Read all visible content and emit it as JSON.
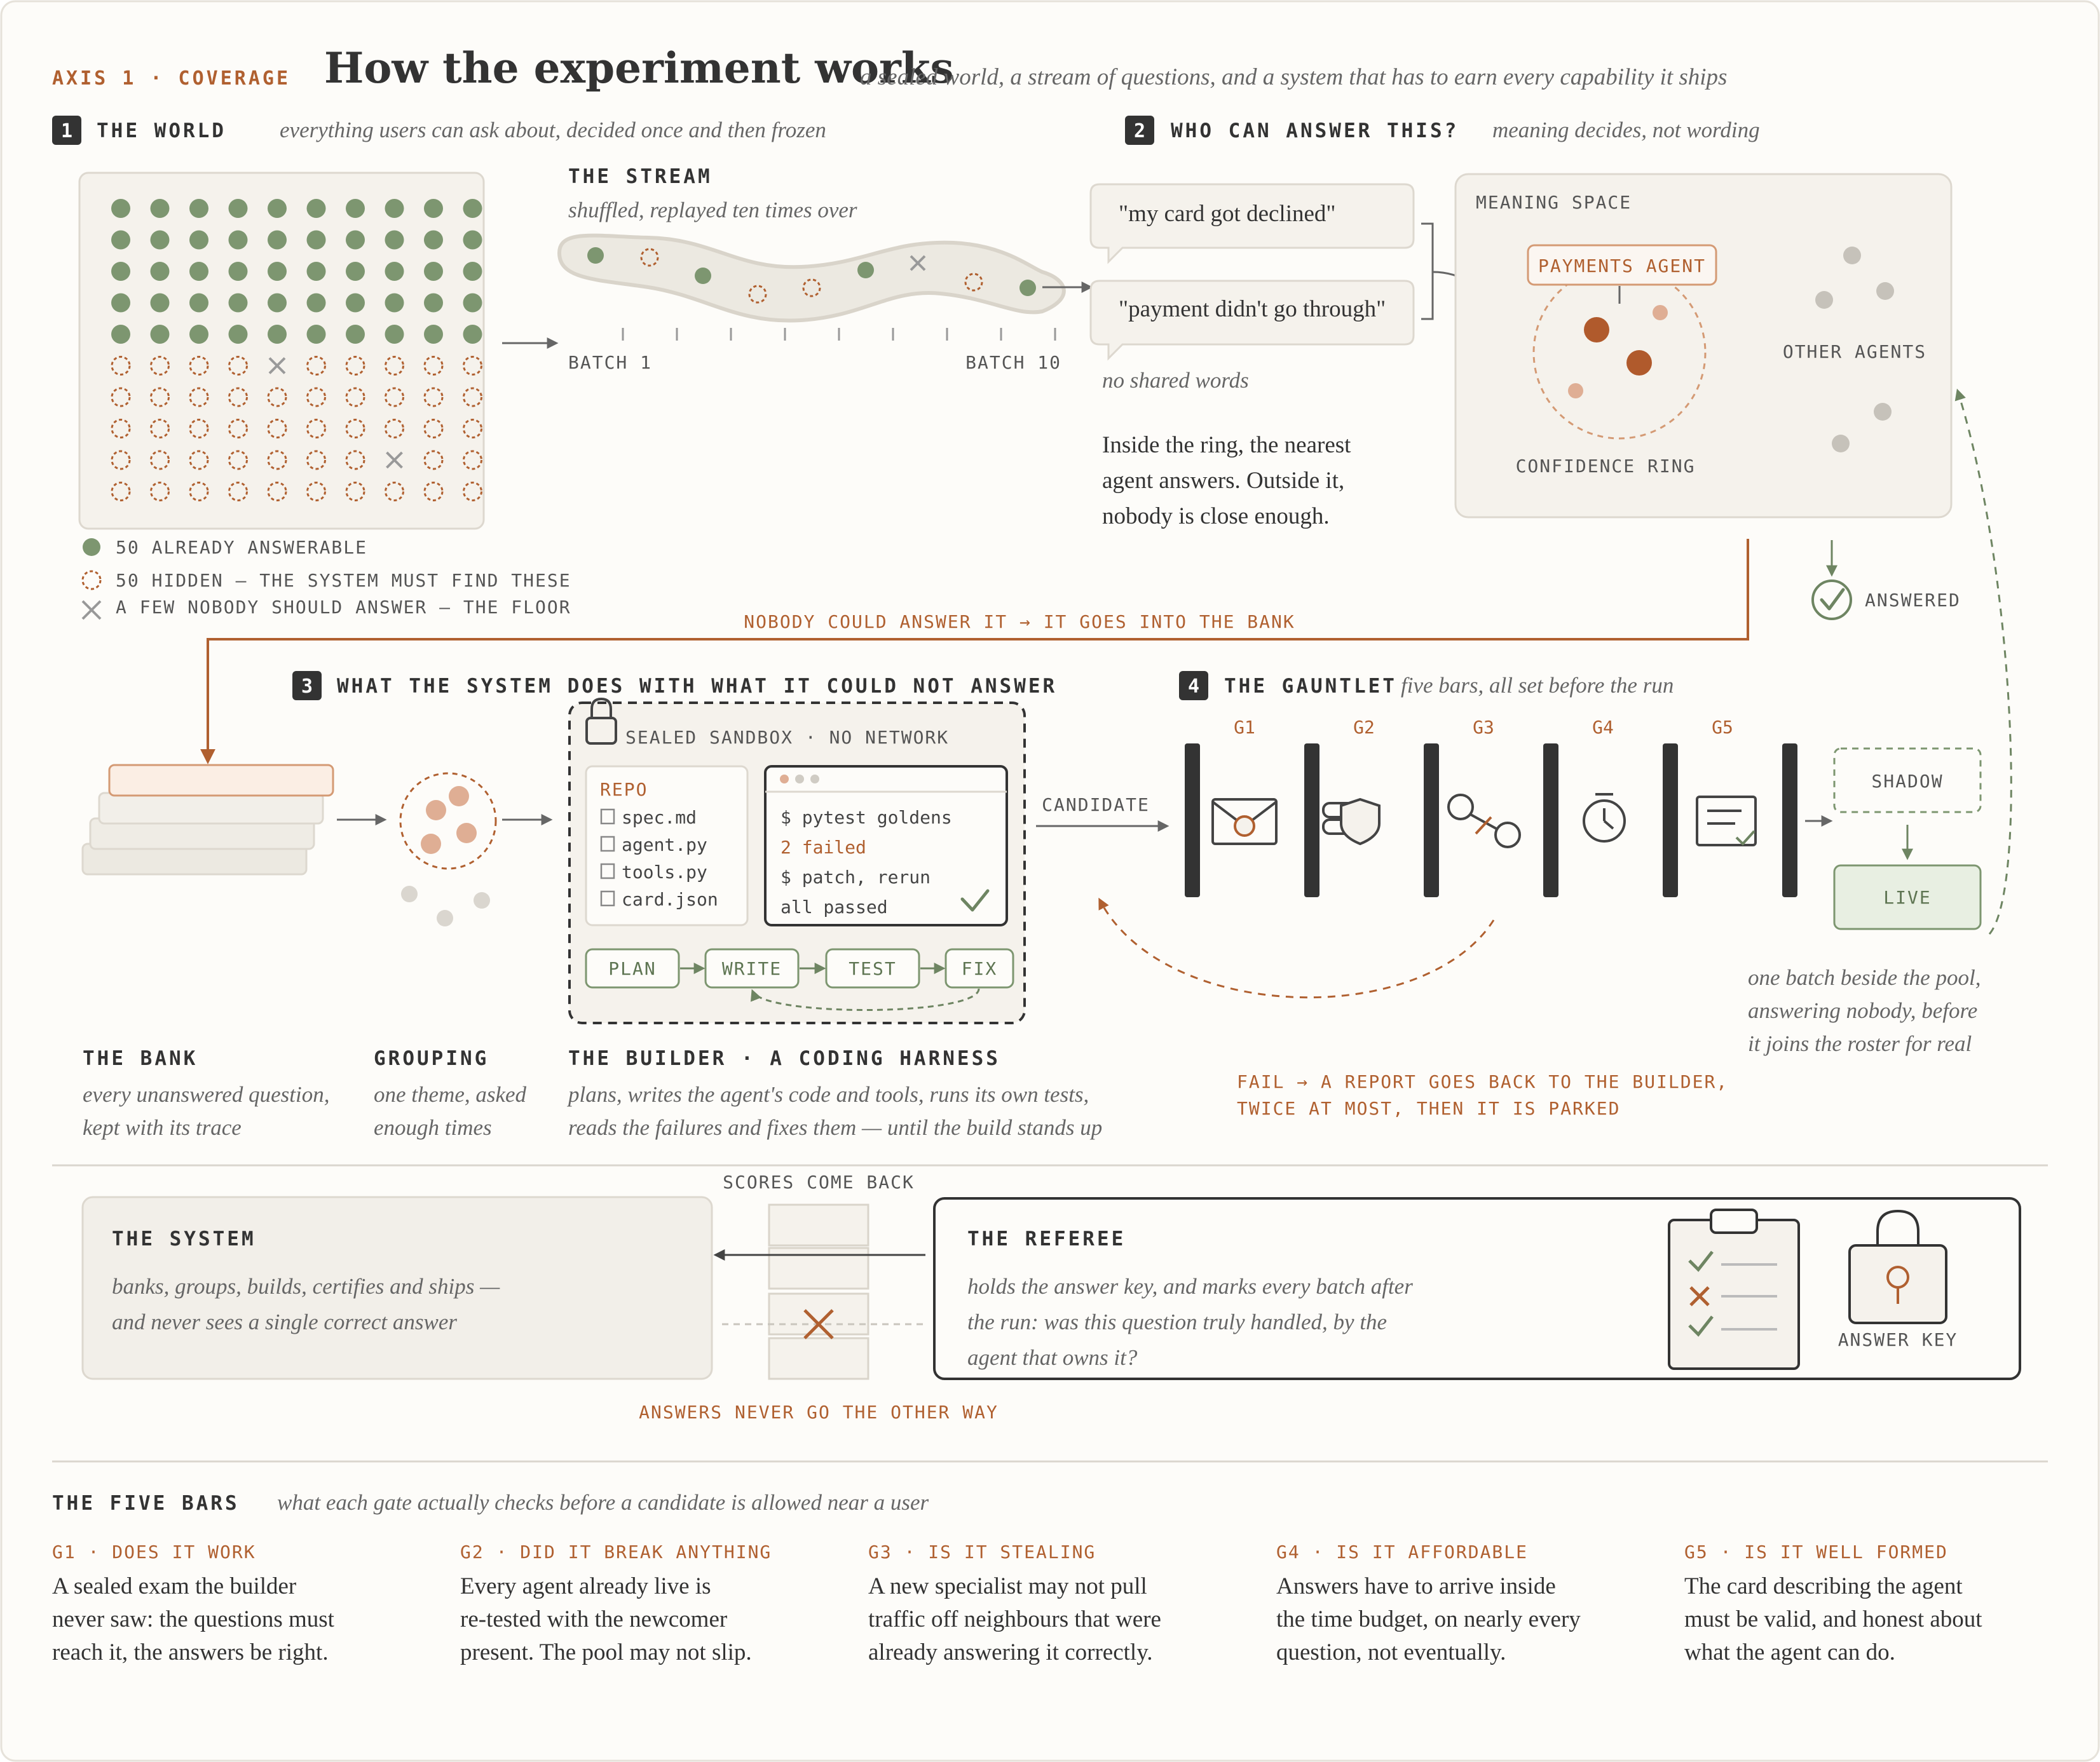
{
  "header": {
    "kicker": "AXIS 1 · COVERAGE",
    "title": "How the experiment works",
    "subtitle": "a sealed world, a stream of questions, and a system that has to earn every capability it ships"
  },
  "world": {
    "step": "1",
    "heading": "THE WORLD",
    "note": "everything users can ask about, decided once and then frozen",
    "grid": {
      "columns": 10,
      "rows": 10,
      "answerable_rows": 5,
      "floor_cells": [
        "row 6 col 5",
        "row 9 col 8"
      ]
    },
    "legend": {
      "answerable": "50 ALREADY ANSWERABLE",
      "hidden": "50 HIDDEN — THE SYSTEM MUST FIND THESE",
      "floor": "A FEW NOBODY SHOULD ANSWER — THE FLOOR"
    }
  },
  "stream": {
    "heading": "THE STREAM",
    "note": "shuffled, replayed ten times over",
    "batch_start": "BATCH 1",
    "batch_end": "BATCH 10"
  },
  "who": {
    "step": "2",
    "heading": "WHO CAN ANSWER THIS?",
    "note": "meaning decides, not wording",
    "quote1": "\"my card got declined\"",
    "quote2": "\"payment didn't go through\"",
    "no_shared": "no shared words",
    "explain_lines": [
      "Inside the ring, the nearest",
      "agent answers. Outside it,",
      "nobody is close enough."
    ],
    "space_label": "MEANING SPACE",
    "agent_label": "PAYMENTS AGENT",
    "others_label": "OTHER AGENTS",
    "ring_label": "CONFIDENCE RING",
    "answered_label": "ANSWERED"
  },
  "bank_flow": {
    "label": "NOBODY COULD ANSWER IT → IT GOES INTO THE BANK"
  },
  "builder_section": {
    "step": "3",
    "heading": "WHAT THE SYSTEM DOES WITH WHAT IT COULD NOT ANSWER",
    "sandbox_label": "SEALED SANDBOX · NO NETWORK",
    "repo_title": "REPO",
    "repo_files": [
      "spec.md",
      "agent.py",
      "tools.py",
      "card.json"
    ],
    "terminal_lines": [
      "$ pytest goldens",
      "2 failed",
      "$ patch, rerun",
      "all passed"
    ],
    "steps": [
      "PLAN",
      "WRITE",
      "TEST",
      "FIX"
    ],
    "candidate_label": "CANDIDATE",
    "bank_title": "THE BANK",
    "bank_lines": [
      "every unanswered question,",
      "kept with its trace"
    ],
    "grouping_title": "GROUPING",
    "grouping_lines": [
      "one theme, asked",
      "enough times"
    ],
    "builder_title": "THE BUILDER · A CODING HARNESS",
    "builder_lines": [
      "plans, writes the agent's code and tools, runs its own tests,",
      "reads the failures and fixes them — until the build stands up"
    ]
  },
  "gauntlet": {
    "step": "4",
    "heading": "THE GAUNTLET",
    "note": "five bars, all set before the run",
    "gates": [
      "G1",
      "G2",
      "G3",
      "G4",
      "G5"
    ],
    "shadow": "SHADOW",
    "live": "LIVE",
    "shadow_lines": [
      "one batch beside the pool,",
      "answering nobody, before",
      "it joins the roster for real"
    ],
    "fail_lines": [
      "FAIL → A REPORT GOES BACK TO THE BUILDER,",
      "TWICE AT MOST, THEN IT IS PARKED"
    ]
  },
  "system_box": {
    "title": "THE SYSTEM",
    "lines": [
      "banks, groups, builds, certifies and ships —",
      "and never sees a single correct answer"
    ]
  },
  "scores_label": "SCORES COME BACK",
  "never_label": "ANSWERS NEVER GO THE OTHER WAY",
  "referee": {
    "title": "THE REFEREE",
    "lines": [
      "holds the answer key, and marks every batch after",
      "the run: was this question truly handled, by the",
      "agent that owns it?"
    ],
    "key_label": "ANSWER KEY"
  },
  "five_bars": {
    "heading": "THE FIVE BARS",
    "note": "what each gate actually checks before a candidate is allowed near a user",
    "items": [
      {
        "title": "G1 · DOES IT WORK",
        "lines": [
          "A sealed exam the builder",
          "never saw: the questions must",
          "reach it, the answers be right."
        ]
      },
      {
        "title": "G2 · DID IT BREAK ANYTHING",
        "lines": [
          "Every agent already live is",
          "re-tested with the newcomer",
          "present. The pool may not slip."
        ]
      },
      {
        "title": "G3 · IS IT STEALING",
        "lines": [
          "A new specialist may not pull",
          "traffic off neighbours that were",
          "already answering it correctly."
        ]
      },
      {
        "title": "G4 · IS IT AFFORDABLE",
        "lines": [
          "Answers have to arrive inside",
          "the time budget, on nearly every",
          "question, not eventually."
        ]
      },
      {
        "title": "G5 · IS IT WELL FORMED",
        "lines": [
          "The card describing the agent",
          "must be valid, and honest about",
          "what the agent can do."
        ]
      }
    ]
  },
  "colors": {
    "background": "#fdfcf9",
    "panel": "#f5f2ec",
    "green": "#7d9670",
    "rust": "#b06030",
    "ink": "#333333",
    "muted": "#666666",
    "live_fill": "#e8efe2"
  }
}
